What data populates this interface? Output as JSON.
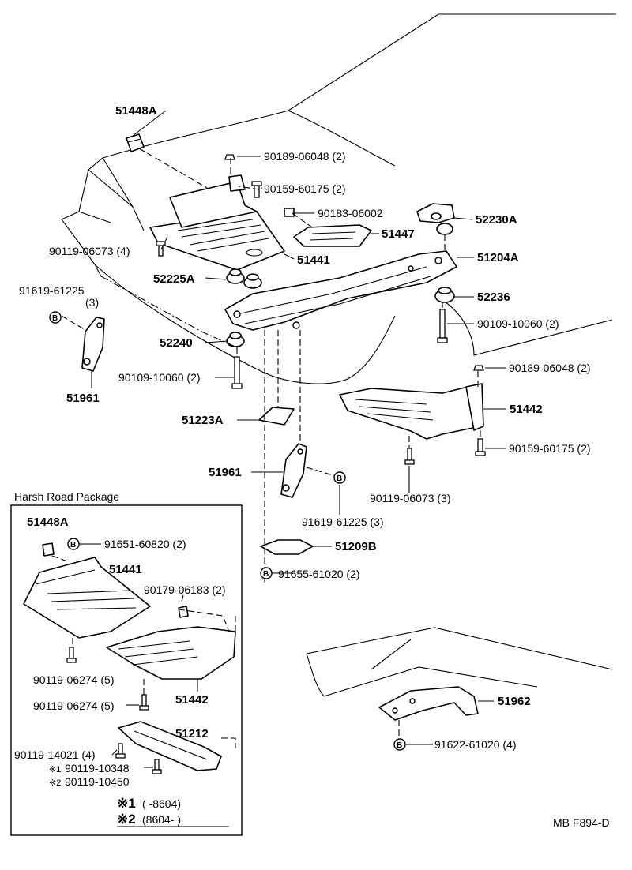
{
  "labels": {
    "p51448A_top": "51448A",
    "p90189_top": "90189-06048 (2)",
    "p90159_top": "90159-60175 (2)",
    "p90183": "90183-06002",
    "p52230A": "52230A",
    "p51447": "51447",
    "p90119_06073_4": "90119-06073 (4)",
    "p51441_top": "51441",
    "p51204A": "51204A",
    "p52225A": "52225A",
    "p91619_left": "91619-61225",
    "p91619_left_qty": "(3)",
    "p52236": "52236",
    "p90109_right": "90109-10060 (2)",
    "p52240": "52240",
    "p90109_left": "90109-10060 (2)",
    "p90189_right": "90189-06048 (2)",
    "p51961_left": "51961",
    "p51442_top": "51442",
    "p51223A": "51223A",
    "p90159_right": "90159-60175 (2)",
    "p51961_mid": "51961",
    "p90119_06073_3": "90119-06073 (3)",
    "p91619_mid": "91619-61225 (3)",
    "p51209B": "51209B",
    "p91655": "91655-61020 (2)",
    "p51962": "51962",
    "p91622": "91622-61020 (4)",
    "ref_code": "MB F894-D"
  },
  "harsh_road": {
    "title": "Harsh Road Package",
    "p51448A": "51448A",
    "p91651": "91651-60820 (2)",
    "p51441": "51441",
    "p90179": "90179-06183 (2)",
    "p90119_06274_a": "90119-06274 (5)",
    "p90119_06274_b": "90119-06274 (5)",
    "p51442": "51442",
    "p51212": "51212",
    "p90119_14021": "90119-14021 (4)",
    "note1_mark": "※1",
    "note1_part": "90119-10348",
    "note2_mark": "※2",
    "note2_part": "90119-10450",
    "legend1_mark": "※1",
    "legend1_range": "(      -8604)",
    "legend2_mark": "※2",
    "legend2_range": "(8604-      )"
  },
  "circle_b": "B"
}
